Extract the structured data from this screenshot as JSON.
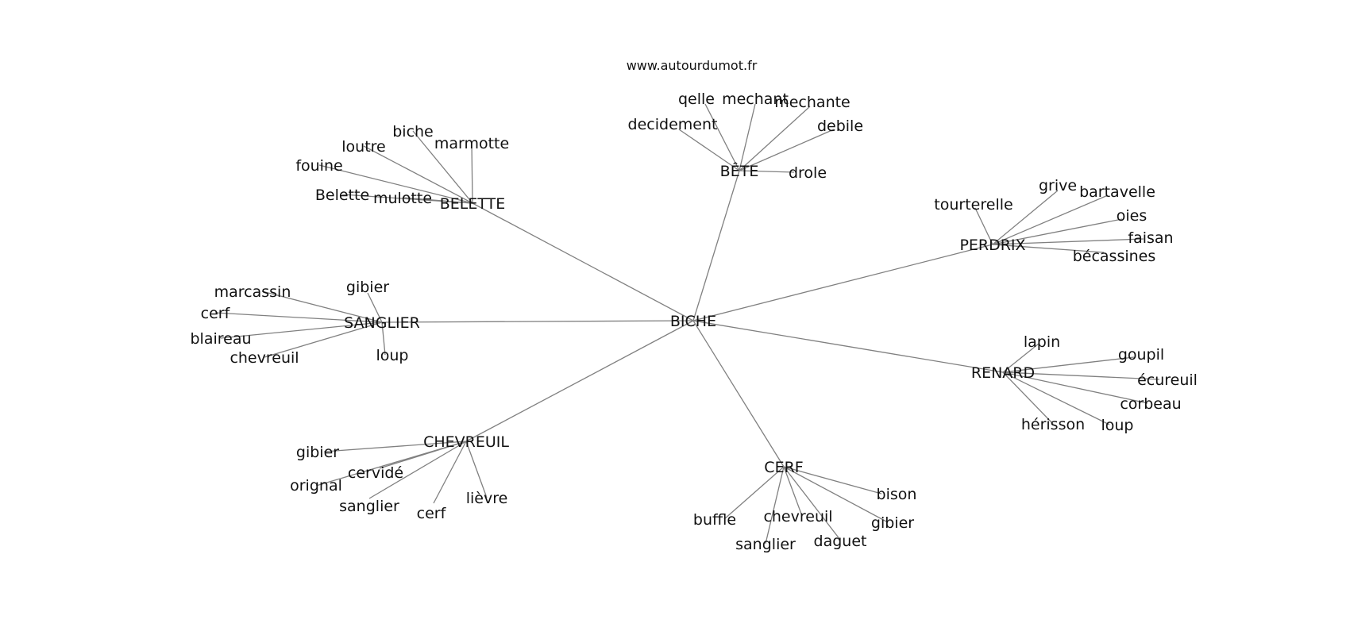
{
  "source": "www.autourdumot.fr",
  "graph": {
    "center": "BICHE",
    "hubs": [
      {
        "label": "BELETTE",
        "children": [
          "biche",
          "loutre",
          "marmotte",
          "fouine",
          "Belette",
          "mulotte"
        ]
      },
      {
        "label": "BÊTE",
        "children": [
          "qelle",
          "mechant",
          "mechante",
          "decidement",
          "debile",
          "drole"
        ]
      },
      {
        "label": "PERDRIX",
        "children": [
          "grive",
          "bartavelle",
          "tourterelle",
          "oies",
          "faisan",
          "bécassines"
        ]
      },
      {
        "label": "SANGLIER",
        "children": [
          "marcassin",
          "gibier",
          "cerf",
          "blaireau",
          "chevreuil",
          "loup"
        ]
      },
      {
        "label": "RENARD",
        "children": [
          "lapin",
          "goupil",
          "écureuil",
          "corbeau",
          "hérisson",
          "loup"
        ]
      },
      {
        "label": "CHEVREUIL",
        "children": [
          "gibier",
          "cervidé",
          "orignal",
          "sanglier",
          "cerf",
          "lièvre"
        ]
      },
      {
        "label": "CERF",
        "children": [
          "bison",
          "buffle",
          "chevreuil",
          "gibier",
          "sanglier",
          "daguet"
        ]
      }
    ]
  }
}
